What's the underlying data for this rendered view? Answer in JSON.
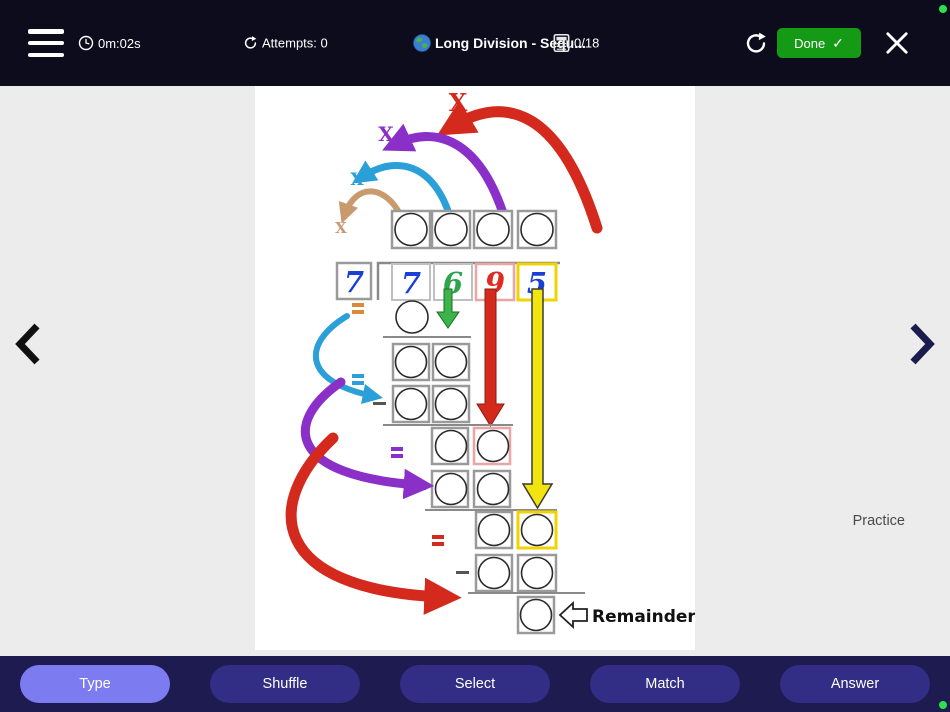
{
  "colors": {
    "header_bg": "#0c0c1c",
    "footer_bg": "#1d1b50",
    "active_button_bg": "#7c7cf0",
    "inactive_button_bg": "#322d85",
    "done_button_bg": "#149a14",
    "status_dot": "#2de04e",
    "main_bg": "#ececec"
  },
  "header": {
    "timer": "0m:02s",
    "attempts": "Attempts: 0",
    "title": "Long Division - Sequ...",
    "score": "0/18",
    "done_label": "Done"
  },
  "icons": {
    "done_check": "✓"
  },
  "main": {
    "practice_label": "Practice",
    "card": {
      "divisor": "7",
      "divisor_color": "#1a3fd4",
      "dividend_digits": [
        {
          "value": "7",
          "color": "#1a3fd4"
        },
        {
          "value": "6",
          "color": "#2ea44f"
        },
        {
          "value": "9",
          "color": "#e02b20"
        },
        {
          "value": "5",
          "color": "#1a3fd4"
        }
      ],
      "remainder_label": "Remainder"
    }
  },
  "footer": {
    "buttons": [
      {
        "label": "Type",
        "active": true
      },
      {
        "label": "Shuffle",
        "active": false
      },
      {
        "label": "Select",
        "active": false
      },
      {
        "label": "Match",
        "active": false
      },
      {
        "label": "Answer",
        "active": false
      }
    ]
  }
}
